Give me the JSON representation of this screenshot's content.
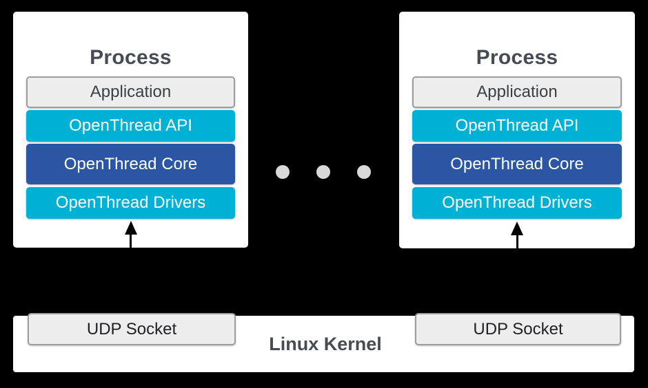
{
  "colors": {
    "background": "#000000",
    "panel": "#ffffff",
    "cyan": "#00b1d6",
    "blue": "#2c56a4",
    "box-fill": "#ededed",
    "box-border": "#9e9e9e",
    "title-text": "#454c52",
    "app-text": "#3c4043",
    "udp-text": "#202124",
    "layer-text": "#ffffff",
    "dot": "#d9d9d9",
    "arrow": "#000000"
  },
  "processes": [
    {
      "title": "Process",
      "layers": [
        {
          "label": "Application",
          "style": "plain"
        },
        {
          "label": "OpenThread API",
          "style": "cyan"
        },
        {
          "label": "OpenThread Core",
          "style": "blue"
        },
        {
          "label": "OpenThread Drivers",
          "style": "cyan"
        }
      ]
    },
    {
      "title": "Process",
      "layers": [
        {
          "label": "Application",
          "style": "plain"
        },
        {
          "label": "OpenThread API",
          "style": "cyan"
        },
        {
          "label": "OpenThread Core",
          "style": "blue"
        },
        {
          "label": "OpenThread Drivers",
          "style": "cyan"
        }
      ]
    }
  ],
  "ellipsis": {
    "dot_count": 3
  },
  "kernel": {
    "label": "Linux Kernel",
    "udp_left": "UDP Socket",
    "udp_right": "UDP Socket"
  }
}
